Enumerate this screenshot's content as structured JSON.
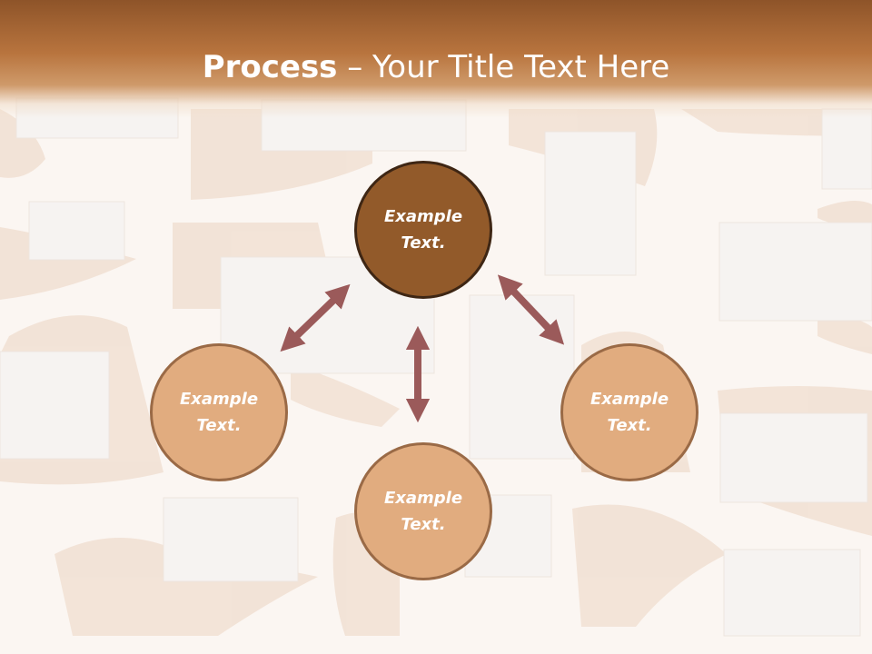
{
  "slide": {
    "title_bold": "Process",
    "title_rest": " – Your Title Text Here"
  },
  "nodes": {
    "top": "Example\nText.",
    "left": "Example\nText.",
    "bottom": "Example\nText.",
    "right": "Example\nText."
  },
  "colors": {
    "header": "#a56536",
    "main_circle": "#925a2a",
    "sub_circle": "#e1ac7f",
    "arrow": "#9b5a5a"
  }
}
